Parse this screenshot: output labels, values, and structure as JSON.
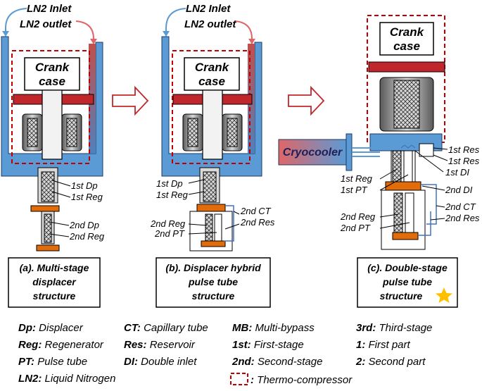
{
  "inlet_label": "LN2 Inlet",
  "outlet_label": "LN2 outlet",
  "crank_label_1": "Crank",
  "crank_label_2": "case",
  "cryocooler_label": "Cryocooler",
  "panel_a": {
    "caption": [
      "(a). Multi-stage",
      "displacer",
      "structure"
    ],
    "labels": [
      "1st Dp",
      "1st Reg",
      "2nd Dp",
      "2nd Reg"
    ]
  },
  "panel_b": {
    "caption": [
      "(b). Displacer hybrid",
      "pulse tube",
      "structure"
    ],
    "labels": [
      "1st Dp",
      "1st Reg",
      "2nd CT",
      "2nd Reg",
      "2nd Res",
      "2nd PT"
    ]
  },
  "panel_c": {
    "caption": [
      "(c). Double-stage",
      "pulse tube",
      "structure"
    ],
    "labels": [
      "1st Res",
      "1st Res",
      "1st DI",
      "1st Reg",
      "1st PT",
      "2nd DI",
      "2nd CT",
      "2nd Reg",
      "2nd Res",
      "2nd PT"
    ]
  },
  "legend": [
    {
      "abbr": "Dp:",
      "text": "Displacer"
    },
    {
      "abbr": "Reg:",
      "text": "Regenerator"
    },
    {
      "abbr": "PT:",
      "text": "Pulse tube"
    },
    {
      "abbr": "LN2:",
      "text": "Liquid Nitrogen"
    },
    {
      "abbr": "CT:",
      "text": "Capillary tube"
    },
    {
      "abbr": "Res:",
      "text": "Reservoir"
    },
    {
      "abbr": "DI:",
      "text": "Double inlet"
    },
    {
      "abbr": "MB:",
      "text": "Multi-bypass"
    },
    {
      "abbr": "1st:",
      "text": "First-stage"
    },
    {
      "abbr": "2nd:",
      "text": "Second-stage"
    },
    {
      "abbr": "3rd:",
      "text": "Third-stage"
    },
    {
      "abbr": "1:",
      "text": "First part"
    },
    {
      "abbr": "2:",
      "text": "Second part"
    },
    {
      "abbr": ":",
      "text": "Thermo-compressor"
    }
  ],
  "colors": {
    "ln2_blue": "#5b9bd5",
    "dashed_red": "#c00000",
    "dark_red": "#c0272d",
    "orange": "#e36c0a",
    "star": "#ffc000"
  }
}
